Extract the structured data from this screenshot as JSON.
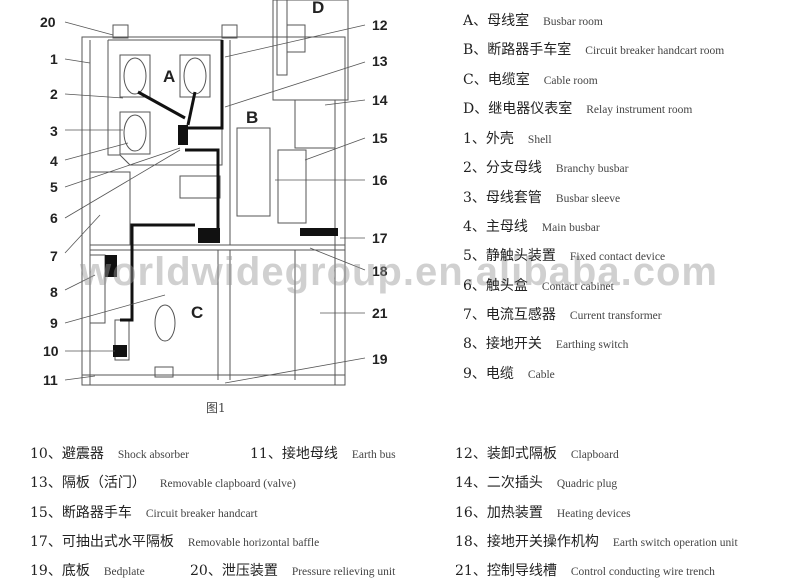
{
  "figure": {
    "caption": "图1",
    "rooms": {
      "A": "A",
      "B": "B",
      "C": "C",
      "D": "D"
    },
    "callouts": [
      "1",
      "2",
      "3",
      "4",
      "5",
      "6",
      "7",
      "8",
      "9",
      "10",
      "11",
      "12",
      "13",
      "14",
      "15",
      "16",
      "17",
      "18",
      "19",
      "20",
      "21"
    ]
  },
  "legend_right": [
    {
      "zh": "A、母线室",
      "en": "Busbar room"
    },
    {
      "zh": "B、断路器手车室",
      "en": "Circuit breaker handcart room"
    },
    {
      "zh": "C、电缆室",
      "en": "Cable room"
    },
    {
      "zh": "D、继电器仪表室",
      "en": "Relay instrument room"
    },
    {
      "zh": "1、外壳",
      "en": "Shell"
    },
    {
      "zh": "2、分支母线",
      "en": "Branchy busbar"
    },
    {
      "zh": "3、母线套管",
      "en": "Busbar sleeve"
    },
    {
      "zh": "4、主母线",
      "en": "Main busbar"
    },
    {
      "zh": "5、静触头装置",
      "en": "Fixed contact device"
    },
    {
      "zh": "6、触头盒",
      "en": "Contact cabinet"
    },
    {
      "zh": "7、电流互感器",
      "en": "Current transformer"
    },
    {
      "zh": "8、接地开关",
      "en": "Earthing switch"
    },
    {
      "zh": "9、电缆",
      "en": "Cable"
    }
  ],
  "legend_bottom": [
    {
      "zh": "10、避震器",
      "en": "Shock absorber"
    },
    {
      "zh": "11、接地母线",
      "en": "Earth bus"
    },
    {
      "zh": "12、装卸式隔板",
      "en": "Clapboard"
    },
    {
      "zh": "13、隔板（活门）",
      "en": "Removable clapboard (valve)"
    },
    {
      "zh": "14、二次插头",
      "en": "Quadric plug"
    },
    {
      "zh": "15、断路器手车",
      "en": "Circuit breaker handcart"
    },
    {
      "zh": "16、加热装置",
      "en": "Heating devices"
    },
    {
      "zh": "17、可抽出式水平隔板",
      "en": "Removable horizontal baffle"
    },
    {
      "zh": "18、接地开关操作机构",
      "en": "Earth switch operation unit"
    },
    {
      "zh": "19、底板",
      "en": "Bedplate"
    },
    {
      "zh": "20、泄压装置",
      "en": "Pressure relieving unit"
    },
    {
      "zh": "21、控制导线槽",
      "en": "Control conducting wire trench"
    }
  ],
  "watermark": "worldwidegroup.en.alibaba.com"
}
